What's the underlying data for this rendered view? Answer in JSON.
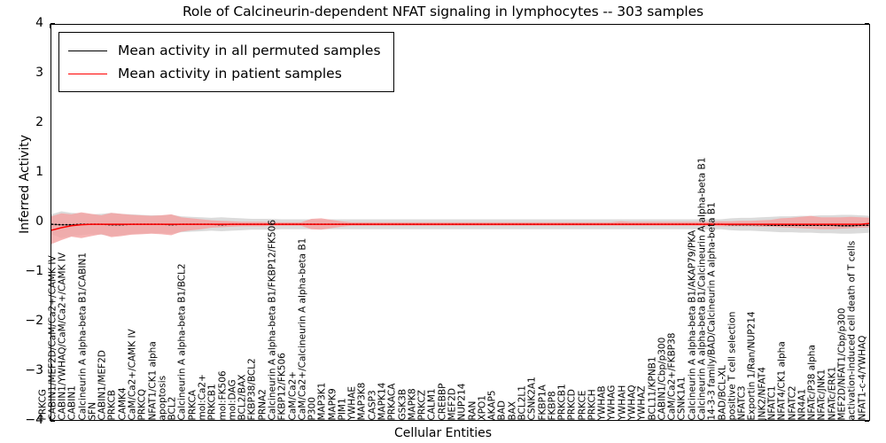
{
  "chart_data": {
    "type": "line",
    "title": "Role of Calcineurin-dependent NFAT signaling in lymphocytes -- 303 samples",
    "xlabel": "Cellular Entities",
    "ylabel": "Inferred Activity",
    "ylim": [
      -4,
      4
    ],
    "yticks": [
      -4,
      -3,
      -2,
      -1,
      0,
      1,
      2,
      3,
      4
    ],
    "ytick_labels": [
      "−4",
      "−3",
      "−2",
      "−1",
      "0",
      "1",
      "2",
      "3",
      "4"
    ],
    "grid": false,
    "legend_position": "upper left",
    "legend": [
      {
        "label": "Mean activity in all permuted samples",
        "color": "#000000",
        "style": "line"
      },
      {
        "label": "Mean activity in patient samples",
        "color": "#ff0000",
        "style": "line"
      }
    ],
    "series": [
      {
        "name": "Mean activity in all permuted samples",
        "color": "#000000",
        "band_color": "#d9d9d9",
        "values": [
          -0.02,
          -0.03,
          -0.03,
          -0.02,
          -0.02,
          -0.02,
          -0.03,
          -0.03,
          -0.02,
          -0.02,
          -0.02,
          -0.02,
          -0.03,
          -0.02,
          -0.02,
          -0.02,
          -0.02,
          -0.03,
          -0.02,
          -0.02,
          -0.02,
          -0.02,
          -0.02,
          -0.02,
          -0.02,
          -0.02,
          -0.02,
          -0.02,
          -0.02,
          -0.02,
          -0.02,
          -0.02,
          -0.02,
          -0.02,
          -0.02,
          -0.02,
          -0.02,
          -0.02,
          -0.02,
          -0.02,
          -0.02,
          -0.02,
          -0.02,
          -0.02,
          -0.02,
          -0.02,
          -0.02,
          -0.02,
          -0.02,
          -0.02,
          -0.02,
          -0.02,
          -0.02,
          -0.02,
          -0.02,
          -0.02,
          -0.02,
          -0.02,
          -0.02,
          -0.02,
          -0.02,
          -0.02,
          -0.02,
          -0.02,
          -0.02,
          -0.02,
          -0.02,
          -0.02,
          -0.03,
          -0.03,
          -0.03,
          -0.03,
          -0.04,
          -0.04,
          -0.04,
          -0.04,
          -0.04,
          -0.04,
          -0.04,
          -0.05,
          -0.05,
          -0.04,
          -0.04,
          -0.04
        ],
        "band_lo": [
          -0.22,
          -0.3,
          -0.26,
          -0.24,
          -0.22,
          -0.23,
          -0.26,
          -0.24,
          -0.22,
          -0.21,
          -0.2,
          -0.2,
          -0.21,
          -0.18,
          -0.17,
          -0.16,
          -0.15,
          -0.16,
          -0.15,
          -0.14,
          -0.13,
          -0.13,
          -0.13,
          -0.12,
          -0.12,
          -0.12,
          -0.12,
          -0.12,
          -0.12,
          -0.12,
          -0.12,
          -0.12,
          -0.12,
          -0.12,
          -0.12,
          -0.12,
          -0.12,
          -0.12,
          -0.12,
          -0.12,
          -0.12,
          -0.12,
          -0.12,
          -0.12,
          -0.12,
          -0.12,
          -0.12,
          -0.12,
          -0.12,
          -0.12,
          -0.12,
          -0.12,
          -0.12,
          -0.12,
          -0.12,
          -0.12,
          -0.12,
          -0.12,
          -0.12,
          -0.12,
          -0.12,
          -0.12,
          -0.12,
          -0.12,
          -0.12,
          -0.12,
          -0.12,
          -0.12,
          -0.14,
          -0.15,
          -0.15,
          -0.16,
          -0.17,
          -0.18,
          -0.18,
          -0.19,
          -0.19,
          -0.2,
          -0.2,
          -0.21,
          -0.21,
          -0.2,
          -0.19,
          -0.18
        ],
        "band_hi": [
          0.18,
          0.24,
          0.21,
          0.2,
          0.18,
          0.19,
          0.21,
          0.19,
          0.18,
          0.17,
          0.16,
          0.16,
          0.17,
          0.14,
          0.13,
          0.12,
          0.11,
          0.12,
          0.11,
          0.1,
          0.09,
          0.09,
          0.09,
          0.08,
          0.08,
          0.08,
          0.08,
          0.08,
          0.08,
          0.08,
          0.08,
          0.08,
          0.08,
          0.08,
          0.08,
          0.08,
          0.08,
          0.08,
          0.08,
          0.08,
          0.08,
          0.08,
          0.08,
          0.08,
          0.08,
          0.08,
          0.08,
          0.08,
          0.08,
          0.08,
          0.08,
          0.08,
          0.08,
          0.08,
          0.08,
          0.08,
          0.08,
          0.08,
          0.08,
          0.08,
          0.08,
          0.08,
          0.08,
          0.08,
          0.08,
          0.08,
          0.08,
          0.08,
          0.1,
          0.11,
          0.11,
          0.12,
          0.13,
          0.14,
          0.14,
          0.15,
          0.15,
          0.16,
          0.16,
          0.17,
          0.17,
          0.16,
          0.15,
          0.14
        ]
      },
      {
        "name": "Mean activity in patient samples",
        "color": "#ff0000",
        "band_color": "#f4a0a0",
        "values": [
          -0.14,
          -0.09,
          -0.05,
          -0.03,
          -0.02,
          -0.02,
          -0.02,
          -0.02,
          -0.02,
          -0.02,
          -0.02,
          -0.02,
          -0.02,
          -0.02,
          -0.02,
          -0.02,
          -0.02,
          -0.02,
          -0.02,
          -0.02,
          -0.02,
          -0.02,
          -0.02,
          -0.02,
          -0.02,
          -0.02,
          -0.02,
          -0.02,
          -0.02,
          -0.02,
          -0.02,
          -0.02,
          -0.02,
          -0.02,
          -0.02,
          -0.02,
          -0.02,
          -0.02,
          -0.02,
          -0.02,
          -0.02,
          -0.02,
          -0.02,
          -0.02,
          -0.02,
          -0.02,
          -0.02,
          -0.02,
          -0.02,
          -0.02,
          -0.02,
          -0.02,
          -0.02,
          -0.02,
          -0.02,
          -0.02,
          -0.02,
          -0.02,
          -0.02,
          -0.02,
          -0.02,
          -0.02,
          -0.02,
          -0.02,
          -0.02,
          -0.02,
          -0.02,
          -0.02,
          -0.02,
          -0.02,
          -0.02,
          -0.02,
          -0.02,
          -0.02,
          -0.02,
          -0.02,
          -0.02,
          -0.02,
          -0.02,
          -0.02,
          -0.02,
          -0.02,
          0.0,
          0.02
        ],
        "band_lo": [
          -0.42,
          -0.34,
          -0.27,
          -0.3,
          -0.26,
          -0.22,
          -0.28,
          -0.26,
          -0.23,
          -0.22,
          -0.21,
          -0.22,
          -0.24,
          -0.17,
          -0.14,
          -0.12,
          -0.09,
          -0.08,
          -0.07,
          -0.06,
          -0.06,
          -0.06,
          -0.05,
          -0.05,
          -0.05,
          -0.05,
          -0.12,
          -0.13,
          -0.1,
          -0.07,
          -0.05,
          -0.05,
          -0.05,
          -0.05,
          -0.05,
          -0.05,
          -0.05,
          -0.05,
          -0.05,
          -0.05,
          -0.05,
          -0.05,
          -0.05,
          -0.05,
          -0.05,
          -0.05,
          -0.05,
          -0.05,
          -0.05,
          -0.05,
          -0.05,
          -0.05,
          -0.05,
          -0.05,
          -0.05,
          -0.05,
          -0.05,
          -0.05,
          -0.05,
          -0.05,
          -0.05,
          -0.05,
          -0.05,
          -0.05,
          -0.05,
          -0.05,
          -0.05,
          -0.06,
          -0.06,
          -0.06,
          -0.06,
          -0.07,
          -0.07,
          -0.08,
          -0.09,
          -0.1,
          -0.11,
          -0.12,
          -0.12,
          -0.11,
          -0.1,
          -0.09,
          -0.08,
          -0.06
        ],
        "band_hi": [
          0.14,
          0.2,
          0.18,
          0.22,
          0.19,
          0.16,
          0.21,
          0.19,
          0.17,
          0.16,
          0.15,
          0.16,
          0.18,
          0.12,
          0.1,
          0.08,
          0.06,
          0.05,
          0.04,
          0.03,
          0.03,
          0.03,
          0.02,
          0.02,
          0.02,
          0.02,
          0.09,
          0.1,
          0.07,
          0.04,
          0.02,
          0.02,
          0.02,
          0.02,
          0.02,
          0.02,
          0.02,
          0.02,
          0.02,
          0.02,
          0.02,
          0.02,
          0.02,
          0.02,
          0.02,
          0.02,
          0.02,
          0.02,
          0.02,
          0.02,
          0.02,
          0.02,
          0.02,
          0.02,
          0.02,
          0.02,
          0.02,
          0.04,
          0.03,
          0.03,
          0.03,
          0.03,
          0.03,
          0.03,
          0.03,
          0.03,
          0.03,
          0.04,
          0.04,
          0.05,
          0.05,
          0.06,
          0.07,
          0.1,
          0.11,
          0.13,
          0.15,
          0.12,
          0.12,
          0.12,
          0.13,
          0.12,
          0.11,
          0.1
        ]
      }
    ],
    "categories": [
      "PRKCG",
      "CABIN1/MEF2D/CaM/Ca2+/CAMK IV",
      "CABIN1/YWHAQ/CaM/Ca2+/CAMK IV",
      "CABIN1",
      "Calcineurin A alpha-beta B1/CABIN1",
      "SFN",
      "CABIN1/MEF2D",
      "PRKCB",
      "CAMK4",
      "CaM/Ca2+/CAMK IV",
      "PRKCQ",
      "NFAT1/CK1 alpha",
      "apoptosis",
      "BCL2",
      "Calcineurin A alpha-beta B1/BCL2",
      "PRKCA",
      "mol:Ca2+",
      "PRKCB1",
      "mol:FK506",
      "mol:DAG",
      "BCL2/BAX",
      "FKBP38/BCL2",
      "PRNA2",
      "Calcineurin A alpha-beta B1/FKBP12/FK506",
      "FKBP12/FK506",
      "CaM/Ca2+",
      "CaM/Ca2+/Calcineurin A alpha-beta B1",
      "P300",
      "MAP3K1",
      "MAPK9",
      "PIM1",
      "YWHAE",
      "MAP3K8",
      "CASP3",
      "MAPK14",
      "PRKACA",
      "GSK3B",
      "MAPK8",
      "PRKCZ",
      "CALM1",
      "CREBBP",
      "MEF2D",
      "NUP214",
      "RAN",
      "XPO1",
      "AKAP5",
      "BAD",
      "BAX",
      "BCL2L1",
      "CSNK2A1",
      "FKBP1A",
      "FKBP8",
      "PRKCB1",
      "PRKCD",
      "PRKCE",
      "PRKCH",
      "YWHAB",
      "YWHAG",
      "YWHAH",
      "YWHAQ",
      "YWHAZ",
      "BCL11/KPNB1",
      "CABIN1/Cbp/p300",
      "CaM/Ca2+/FKBP38",
      "CSNK1A1",
      "Calcineurin A alpha-beta B1/AKAP79/PKA",
      "Calcineurin A alpha-beta B1/Calcineurin A alpha-beta B1",
      "14-3-3 family/BAD/Calcineurin A alpha-beta B1",
      "BAD/BCL-XL",
      "positive T cell selection",
      "NFATC3",
      "Exportin 1/Ran/NUP214",
      "JNK2/NFAT4",
      "NFATC1",
      "NFAT4/CK1 alpha",
      "NFATC2",
      "NR4A1",
      "NFATc/P38 alpha",
      "NFATc/JNK1",
      "NFATc/ERK1",
      "MEF2D/NFAT1/Cbp/p300",
      "activation-induced cell death of T cells",
      "NFAT1-c-4/YWHAQ"
    ]
  }
}
